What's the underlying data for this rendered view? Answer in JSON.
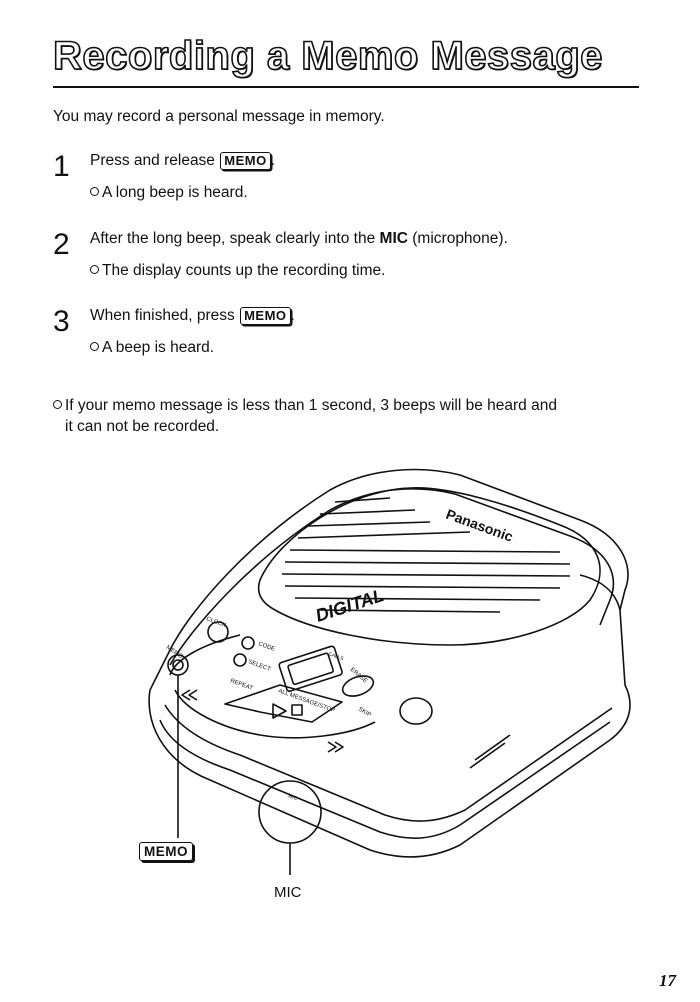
{
  "title": "Recording a Memo Message",
  "intro": "You may record a personal message in memory.",
  "steps": [
    {
      "number": "1",
      "text_before": "Press and release",
      "key": "MEMO",
      "text_after": ".",
      "result": "A long beep is heard."
    },
    {
      "number": "2",
      "text_before": "After the long beep, speak clearly into the",
      "bold": "MIC",
      "text_after": "(microphone).",
      "result": "The display counts up the recording time."
    },
    {
      "number": "3",
      "text_before": "When finished, press",
      "key": "MEMO",
      "text_after": ".",
      "result": "A beep is heard."
    }
  ],
  "note": {
    "line1": "If your memo message is less than 1 second, 3 beeps will be heard and",
    "line2": "it can not be recorded."
  },
  "illustration": {
    "brand": "Panasonic",
    "logo": "DIGITAL",
    "button_labels": {
      "clock": "CLOCK",
      "memo": "MEMO",
      "code": "CODE",
      "select": "SELECT",
      "repeat": "REPEAT",
      "all_messages": "ALL MESSAGE/STOP",
      "erase": "ERASE",
      "skip": "SKIP",
      "calls": "CALLS",
      "mic": "MIC"
    },
    "callout_memo": "MEMO",
    "callout_mic": "MIC"
  },
  "page_number": "17"
}
